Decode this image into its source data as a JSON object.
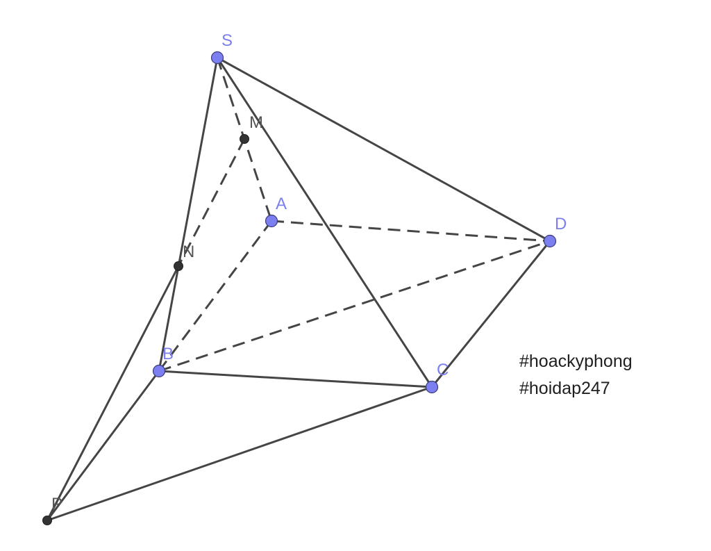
{
  "diagram": {
    "points": [
      {
        "id": "S",
        "label": "S",
        "style": "blue"
      },
      {
        "id": "M",
        "label": "M",
        "style": "dark"
      },
      {
        "id": "A",
        "label": "A",
        "style": "blue"
      },
      {
        "id": "D",
        "label": "D",
        "style": "blue"
      },
      {
        "id": "N",
        "label": "N",
        "style": "dark"
      },
      {
        "id": "B",
        "label": "B",
        "style": "blue"
      },
      {
        "id": "C",
        "label": "C",
        "style": "blue"
      },
      {
        "id": "P",
        "label": "P",
        "style": "dark"
      }
    ],
    "edges": [
      {
        "from": "S",
        "to": "B",
        "style": "solid"
      },
      {
        "from": "S",
        "to": "C",
        "style": "solid"
      },
      {
        "from": "S",
        "to": "D",
        "style": "solid"
      },
      {
        "from": "B",
        "to": "C",
        "style": "solid"
      },
      {
        "from": "C",
        "to": "D",
        "style": "solid"
      },
      {
        "from": "P",
        "to": "N",
        "style": "solid"
      },
      {
        "from": "P",
        "to": "B",
        "style": "solid"
      },
      {
        "from": "P",
        "to": "C",
        "style": "solid"
      },
      {
        "from": "S",
        "to": "A",
        "style": "dashed"
      },
      {
        "from": "M",
        "to": "N",
        "style": "dashed"
      },
      {
        "from": "A",
        "to": "D",
        "style": "dashed"
      },
      {
        "from": "A",
        "to": "B",
        "style": "dashed"
      },
      {
        "from": "B",
        "to": "D",
        "style": "dashed"
      }
    ]
  },
  "tags": [
    "#hoackyphong",
    "#hoidap247"
  ],
  "colors": {
    "edge": "#454545",
    "vertex_blue": "#7b7fef",
    "vertex_dark": "#333333",
    "label_blue": "#7b7fef",
    "label_dark": "#555555",
    "tag_text": "#1f1f1f",
    "background": "#ffffff"
  }
}
